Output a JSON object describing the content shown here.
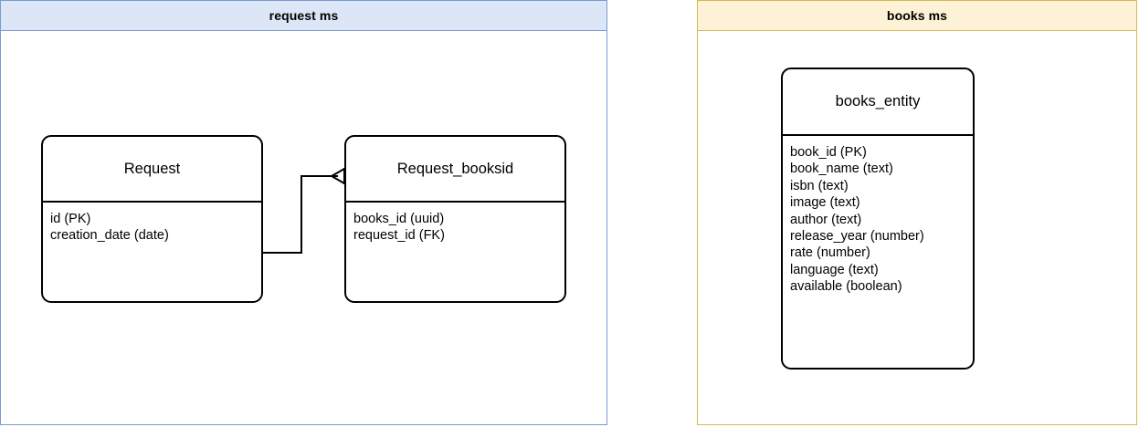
{
  "diagram": {
    "type": "entity-relationship-diagram",
    "notation": "crows-foot",
    "panels": [
      {
        "id": "request-ms",
        "title": "request ms",
        "border_color": "#7a9bd0",
        "header_fill": "#dce6f7"
      },
      {
        "id": "books-ms",
        "title": "books ms",
        "border_color": "#d6b656",
        "header_fill": "#fdf2d5"
      }
    ],
    "entities": [
      {
        "id": "request",
        "name": "Request",
        "attributes": [
          "id (PK)",
          "creation_date (date)"
        ]
      },
      {
        "id": "request-booksid",
        "name": "Request_booksid",
        "attributes": [
          "books_id (uuid)",
          "request_id (FK)"
        ]
      },
      {
        "id": "books-entity",
        "name": "books_entity",
        "attributes": [
          "book_id (PK)",
          "book_name (text)",
          "isbn (text)",
          "image (text)",
          "author (text)",
          "release_year (number)",
          "rate (number)",
          "language (text)",
          "available (boolean)"
        ]
      }
    ],
    "relationships": [
      {
        "id": "request-to-request-booksid",
        "from": "request",
        "to": "request-booksid",
        "to_cardinality": "many",
        "marker": "crows-foot"
      }
    ]
  }
}
